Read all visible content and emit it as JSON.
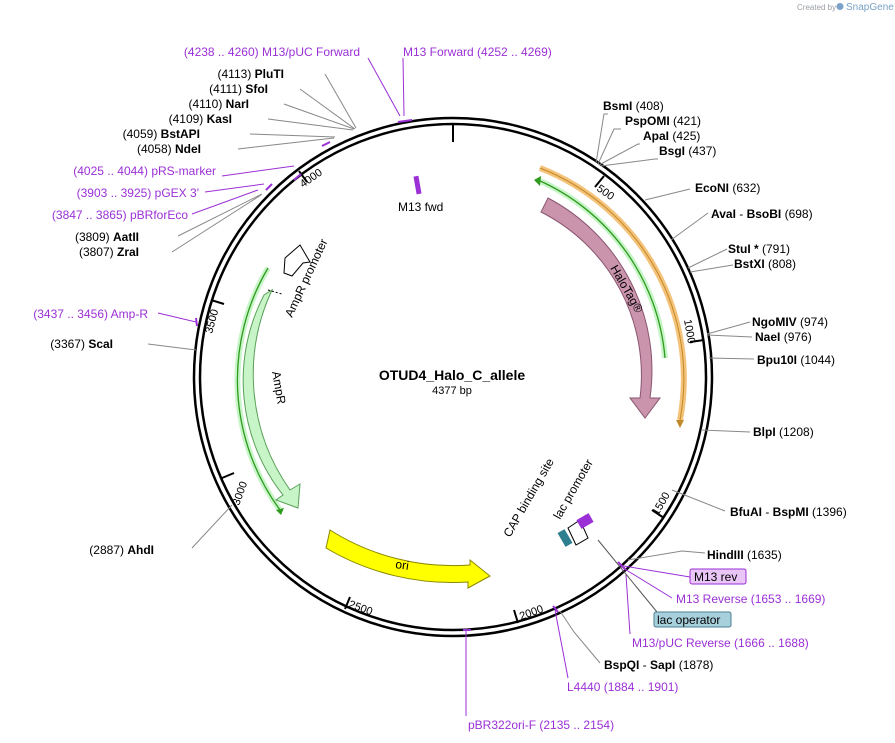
{
  "credit": {
    "prefix": "Created by",
    "brand": "SnapGene"
  },
  "plasmid": {
    "name": "OTUD4_Halo_C_allele",
    "length_label": "4377 bp"
  },
  "tick_labels": [
    "500",
    "1000",
    "1500",
    "2000",
    "2500",
    "3000",
    "3500",
    "4000"
  ],
  "features": {
    "halotag": "HaloTag®",
    "ampr": "AmpR",
    "ampr_promoter": "AmpR promoter",
    "ori": "ori",
    "m13_fwd": "M13 fwd",
    "cap_site": "CAP binding site",
    "lac_promoter": "lac promoter"
  },
  "sites": [
    {
      "key": "plu",
      "pos": "(4113)",
      "names": [
        "PluTI"
      ]
    },
    {
      "key": "sfo",
      "pos": "(4111)",
      "names": [
        "SfoI"
      ]
    },
    {
      "key": "nar",
      "pos": "(4110)",
      "names": [
        "NarI"
      ]
    },
    {
      "key": "kas",
      "pos": "(4109)",
      "names": [
        "KasI"
      ]
    },
    {
      "key": "bstapi",
      "pos": "(4059)",
      "names": [
        "BstAPI"
      ]
    },
    {
      "key": "nde",
      "pos": "(4058)",
      "names": [
        "NdeI"
      ]
    },
    {
      "key": "aat",
      "pos": "(3809)",
      "names": [
        "AatII"
      ]
    },
    {
      "key": "zra",
      "pos": "(3807)",
      "names": [
        "ZraI"
      ]
    },
    {
      "key": "sca",
      "pos": "(3367)",
      "names": [
        "ScaI"
      ]
    },
    {
      "key": "ahd",
      "pos": "(2887)",
      "names": [
        "AhdI"
      ]
    },
    {
      "key": "bsm",
      "pos": "(408)",
      "names": [
        "BsmI"
      ]
    },
    {
      "key": "psp",
      "pos": "(421)",
      "names": [
        "PspOMI"
      ]
    },
    {
      "key": "apa",
      "pos": "(425)",
      "names": [
        "ApaI"
      ]
    },
    {
      "key": "bsg",
      "pos": "(437)",
      "names": [
        "BsgI"
      ]
    },
    {
      "key": "eco",
      "pos": "(632)",
      "names": [
        "EcoNI"
      ]
    },
    {
      "key": "ava",
      "pos": "(698)",
      "names": [
        "AvaI",
        "BsoBI"
      ]
    },
    {
      "key": "stu",
      "pos": "(791)",
      "names": [
        "StuI *"
      ]
    },
    {
      "key": "bstx",
      "pos": "(808)",
      "names": [
        "BstXI"
      ]
    },
    {
      "key": "ngo",
      "pos": "(974)",
      "names": [
        "NgoMIV"
      ]
    },
    {
      "key": "nae",
      "pos": "(976)",
      "names": [
        "NaeI"
      ]
    },
    {
      "key": "bpu",
      "pos": "(1044)",
      "names": [
        "Bpu10I"
      ]
    },
    {
      "key": "blp",
      "pos": "(1208)",
      "names": [
        "BlpI"
      ]
    },
    {
      "key": "bfu",
      "pos": "(1396)",
      "names": [
        "BfuAI",
        "BspMI"
      ]
    },
    {
      "key": "hind",
      "pos": "(1635)",
      "names": [
        "HindIII"
      ]
    },
    {
      "key": "bspq",
      "pos": "(1878)",
      "names": [
        "BspQI",
        "SapI"
      ]
    }
  ],
  "primers": [
    {
      "key": "m13puc_f",
      "name": "M13/pUC Forward",
      "range": "(4238 .. 4260)"
    },
    {
      "key": "m13_f",
      "name": "M13 Forward",
      "range": "(4252 .. 4269)"
    },
    {
      "key": "prs",
      "name": "pRS-marker",
      "range": "(4025 .. 4044)"
    },
    {
      "key": "pgex",
      "name": "pGEX 3'",
      "range": "(3903 .. 3925)"
    },
    {
      "key": "pbrfor",
      "name": "pBRforEco",
      "range": "(3847 .. 3865)"
    },
    {
      "key": "ampr_p",
      "name": "Amp-R",
      "range": "(3437 .. 3456)"
    },
    {
      "key": "m13_r",
      "name": "M13 Reverse",
      "range": "(1653 .. 1669)"
    },
    {
      "key": "m13puc_r",
      "name": "M13/pUC Reverse",
      "range": "(1666 .. 1688)"
    },
    {
      "key": "l4440",
      "name": "L4440",
      "range": "(1884 .. 1901)"
    },
    {
      "key": "pbr322",
      "name": "pBR322ori-F",
      "range": "(2135 .. 2154)"
    }
  ],
  "boxed": [
    {
      "key": "m13rev",
      "label": "M13 rev",
      "fill": "#e9c6f5",
      "stroke": "#9b30d6"
    },
    {
      "key": "lacop",
      "label": "lac operator",
      "fill": "#a8d0dc",
      "stroke": "#4a7f8f"
    }
  ],
  "colors": {
    "halotag": "#c994ac",
    "ampr": "#c8f5c8",
    "ori": "#ffff00",
    "primer": "#9b30d6",
    "orange": "#f5c27a",
    "green": "#2e9a1e",
    "cap": "#2d7f8f",
    "lac": "#9b30d6"
  }
}
